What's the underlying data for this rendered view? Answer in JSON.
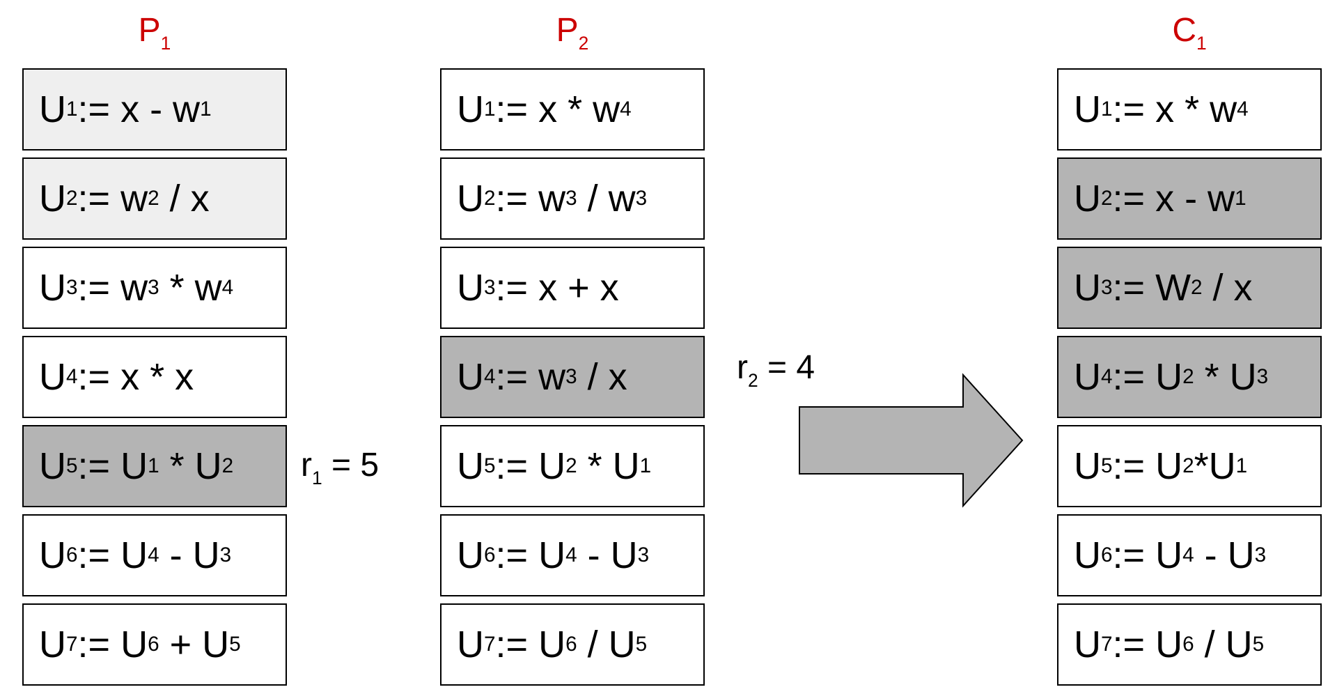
{
  "colors": {
    "title": "#cc0000",
    "cell_default": "#ffffff",
    "cell_light": "#efefef",
    "cell_selected": "#b4b4b4",
    "arrow_fill": "#b4b4b4",
    "stroke": "#000000"
  },
  "columns": [
    {
      "title": {
        "main": "P",
        "sub": "1"
      },
      "cells": [
        {
          "lhs": "U",
          "lhs_sub": "1",
          "rhs": [
            {
              "t": "x - w"
            },
            {
              "s": "1"
            }
          ],
          "shade": "light"
        },
        {
          "lhs": "U",
          "lhs_sub": "2",
          "rhs": [
            {
              "t": "w"
            },
            {
              "s": "2"
            },
            {
              "t": " / x"
            }
          ],
          "shade": "light"
        },
        {
          "lhs": "U",
          "lhs_sub": "3",
          "rhs": [
            {
              "t": "w"
            },
            {
              "s": "3"
            },
            {
              "t": " * w"
            },
            {
              "s": "4"
            }
          ],
          "shade": "none"
        },
        {
          "lhs": "U",
          "lhs_sub": "4",
          "rhs": [
            {
              "t": "x * x"
            }
          ],
          "shade": "none"
        },
        {
          "lhs": "U",
          "lhs_sub": "5",
          "rhs": [
            {
              "t": "U"
            },
            {
              "s": "1"
            },
            {
              "t": " * U"
            },
            {
              "s": "2"
            }
          ],
          "shade": "selected"
        },
        {
          "lhs": "U",
          "lhs_sub": "6",
          "rhs": [
            {
              "t": "U"
            },
            {
              "s": "4"
            },
            {
              "t": " - U"
            },
            {
              "s": "3"
            }
          ],
          "shade": "none"
        },
        {
          "lhs": "U",
          "lhs_sub": "7",
          "rhs": [
            {
              "t": "U"
            },
            {
              "s": "6"
            },
            {
              "t": " + U"
            },
            {
              "s": "5"
            }
          ],
          "shade": "none"
        }
      ]
    },
    {
      "title": {
        "main": "P",
        "sub": "2"
      },
      "cells": [
        {
          "lhs": "U",
          "lhs_sub": "1",
          "rhs": [
            {
              "t": "x * w"
            },
            {
              "s": "4"
            }
          ],
          "shade": "none"
        },
        {
          "lhs": "U",
          "lhs_sub": "2",
          "rhs": [
            {
              "t": "w"
            },
            {
              "s": "3"
            },
            {
              "t": " / w"
            },
            {
              "s": "3"
            }
          ],
          "shade": "none"
        },
        {
          "lhs": "U",
          "lhs_sub": "3",
          "rhs": [
            {
              "t": "x + x"
            }
          ],
          "shade": "none"
        },
        {
          "lhs": "U",
          "lhs_sub": "4",
          "rhs": [
            {
              "t": "w"
            },
            {
              "s": "3"
            },
            {
              "t": " / x"
            }
          ],
          "shade": "selected"
        },
        {
          "lhs": "U",
          "lhs_sub": "5",
          "rhs": [
            {
              "t": "U"
            },
            {
              "s": "2"
            },
            {
              "t": " * U"
            },
            {
              "s": "1"
            }
          ],
          "shade": "none"
        },
        {
          "lhs": "U",
          "lhs_sub": "6",
          "rhs": [
            {
              "t": "U"
            },
            {
              "s": "4"
            },
            {
              "t": " - U"
            },
            {
              "s": "3"
            }
          ],
          "shade": "none"
        },
        {
          "lhs": "U",
          "lhs_sub": "7",
          "rhs": [
            {
              "t": "U"
            },
            {
              "s": "6"
            },
            {
              "t": " / U"
            },
            {
              "s": "5"
            }
          ],
          "shade": "none"
        }
      ]
    },
    {
      "title": {
        "main": "C",
        "sub": "1"
      },
      "cells": [
        {
          "lhs": "U",
          "lhs_sub": "1",
          "rhs": [
            {
              "t": "x * w"
            },
            {
              "s": "4"
            }
          ],
          "shade": "none"
        },
        {
          "lhs": "U",
          "lhs_sub": "2",
          "rhs": [
            {
              "t": "x - w"
            },
            {
              "s": "1"
            }
          ],
          "shade": "selected"
        },
        {
          "lhs": "U",
          "lhs_sub": "3",
          "rhs": [
            {
              "t": "W"
            },
            {
              "s": "2"
            },
            {
              "t": " / x"
            }
          ],
          "shade": "selected"
        },
        {
          "lhs": "U",
          "lhs_sub": "4",
          "rhs": [
            {
              "t": "U"
            },
            {
              "s": "2"
            },
            {
              "t": " * U"
            },
            {
              "s": "3"
            }
          ],
          "shade": "selected"
        },
        {
          "lhs": "U",
          "lhs_sub": "5",
          "rhs": [
            {
              "t": "U"
            },
            {
              "s": "2"
            },
            {
              "t": "*U"
            },
            {
              "s": "1"
            }
          ],
          "shade": "none"
        },
        {
          "lhs": "U",
          "lhs_sub": "6",
          "rhs": [
            {
              "t": "U"
            },
            {
              "s": "4"
            },
            {
              "t": " - U"
            },
            {
              "s": "3"
            }
          ],
          "shade": "none"
        },
        {
          "lhs": "U",
          "lhs_sub": "7",
          "rhs": [
            {
              "t": "U"
            },
            {
              "s": "6"
            },
            {
              "t": " / U"
            },
            {
              "s": "5"
            }
          ],
          "shade": "none"
        }
      ]
    }
  ],
  "labels": {
    "r1": {
      "main": "r",
      "sub": "1",
      "rest": " = 5"
    },
    "r2": {
      "main": "r",
      "sub": "2",
      "rest": " = 4"
    }
  },
  "assign_op": ":= "
}
